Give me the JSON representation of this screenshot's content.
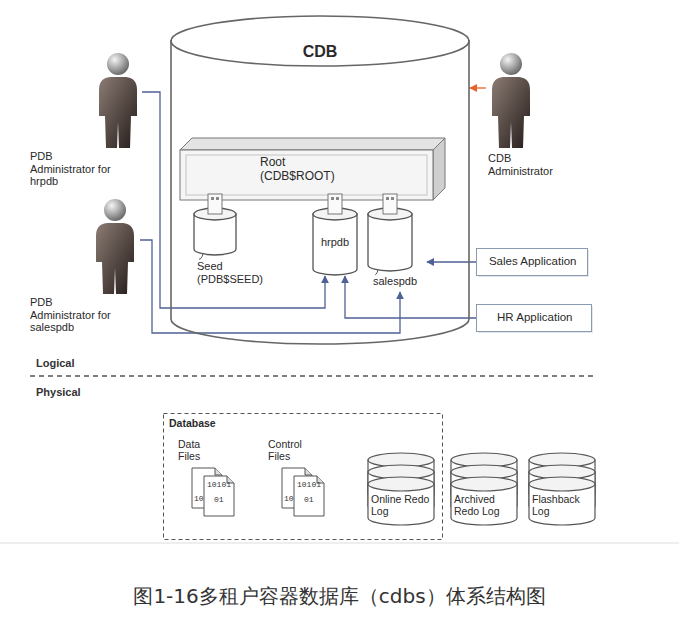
{
  "diagram": {
    "caption": "图1-16多租户容器数据库（cdbs）体系结构图",
    "nodes": [
      {
        "text": [
          "CDB"
        ]
      },
      {
        "text": [
          "Root (CDB$ROOT)"
        ],
        "in": 0
      },
      {
        "text": [
          "Seed (PDB$SEED)"
        ],
        "in": 0
      },
      {
        "text": [
          "hrpdb"
        ],
        "in": 0
      },
      {
        "text": [
          "salespdb"
        ],
        "in": 0
      },
      {
        "text": [
          "PDB Administrator for hrpdb"
        ]
      },
      {
        "text": [
          "PDB Administrator for salespdb"
        ]
      },
      {
        "text": [
          "CDB Administrator"
        ]
      },
      {
        "text": [
          "Sales Application"
        ]
      },
      {
        "text": [
          "HR Application"
        ]
      },
      {
        "text": [
          "Database"
        ]
      },
      {
        "text": [
          "Data Files"
        ],
        "in": 10
      },
      {
        "text": [
          "Control Files"
        ],
        "in": 10
      },
      {
        "text": [
          "Online Redo Log"
        ],
        "in": 10
      },
      {
        "text": [
          "Archived Redo Log"
        ]
      },
      {
        "text": [
          "Flashback Log"
        ]
      }
    ],
    "edges": [
      {
        "from": 5,
        "to": 3,
        "arrow": "to"
      },
      {
        "from": 6,
        "to": 4,
        "arrow": "to"
      },
      {
        "from": 7,
        "to": 0,
        "arrow": "to"
      },
      {
        "from": 8,
        "to": 4,
        "arrow": "to"
      },
      {
        "from": 9,
        "to": 3,
        "arrow": "to"
      }
    ],
    "labels": [
      "Logical",
      "Physical",
      "10101",
      "10",
      "01",
      "10101",
      "10",
      "01"
    ]
  }
}
